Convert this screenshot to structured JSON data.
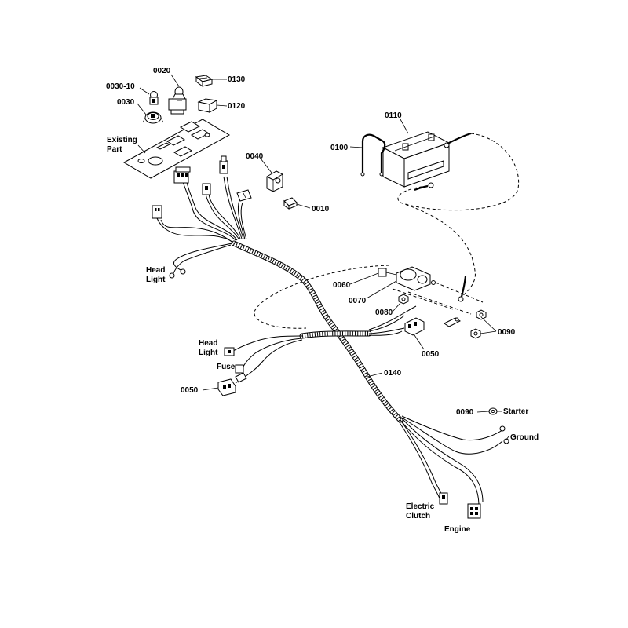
{
  "callouts": {
    "p0020": "0020",
    "p0030_10": "0030-10",
    "p0030": "0030",
    "p0130": "0130",
    "p0120": "0120",
    "existing_line1": "Existing",
    "existing_line2": "Part",
    "p0040": "0040",
    "p0010": "0010",
    "p0110": "0110",
    "p0100": "0100",
    "headlight_top_line1": "Head",
    "headlight_top_line2": "Light",
    "p0060": "0060",
    "p0070": "0070",
    "p0080": "0080",
    "p0090_top": "0090",
    "p0050_right": "0050",
    "headlight_mid_line1": "Head",
    "headlight_mid_line2": "Light",
    "fuse": "Fuse",
    "p0050_left": "0050",
    "p0140": "0140",
    "p0090_bottom": "0090",
    "starter": "Starter",
    "ground": "Ground",
    "electric_clutch_line1": "Electric",
    "electric_clutch_line2": "Clutch",
    "engine": "Engine"
  }
}
